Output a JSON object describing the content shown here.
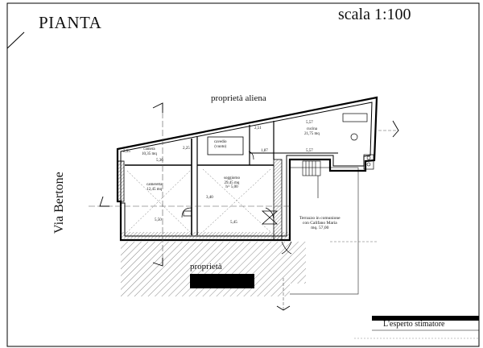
{
  "header": {
    "title": "PIANTA",
    "scale": "scala 1:100"
  },
  "labels": {
    "top_neighbor": "proprietà aliena",
    "street": "Via Bertone",
    "bottom_neighbor": "proprietà",
    "signature_caption": "L'esperto stimatore"
  },
  "rooms": [
    {
      "name": "camera",
      "area": "10,35 mq"
    },
    {
      "name": "cavedio",
      "area": "(vuoto)"
    },
    {
      "name": "cucina",
      "area": "21,75 mq"
    },
    {
      "name": "cameretta",
      "area": "12,45 mq"
    },
    {
      "name": "soggiorno",
      "area": "29,45 mq",
      "extra": "h= 5,00"
    },
    {
      "name": "Terrazzo in comunione",
      "area": "con Califano Maria",
      "extra": "mq. 57,00"
    }
  ],
  "dimensions": {
    "d1": "5,36",
    "d2": "2,25",
    "d3": "1,87",
    "d4": "5,57",
    "d5": "5,50",
    "d6": "5,45",
    "d7": "3,40",
    "d8": "2,51",
    "d9": "5,57",
    "d10": "2,55"
  }
}
